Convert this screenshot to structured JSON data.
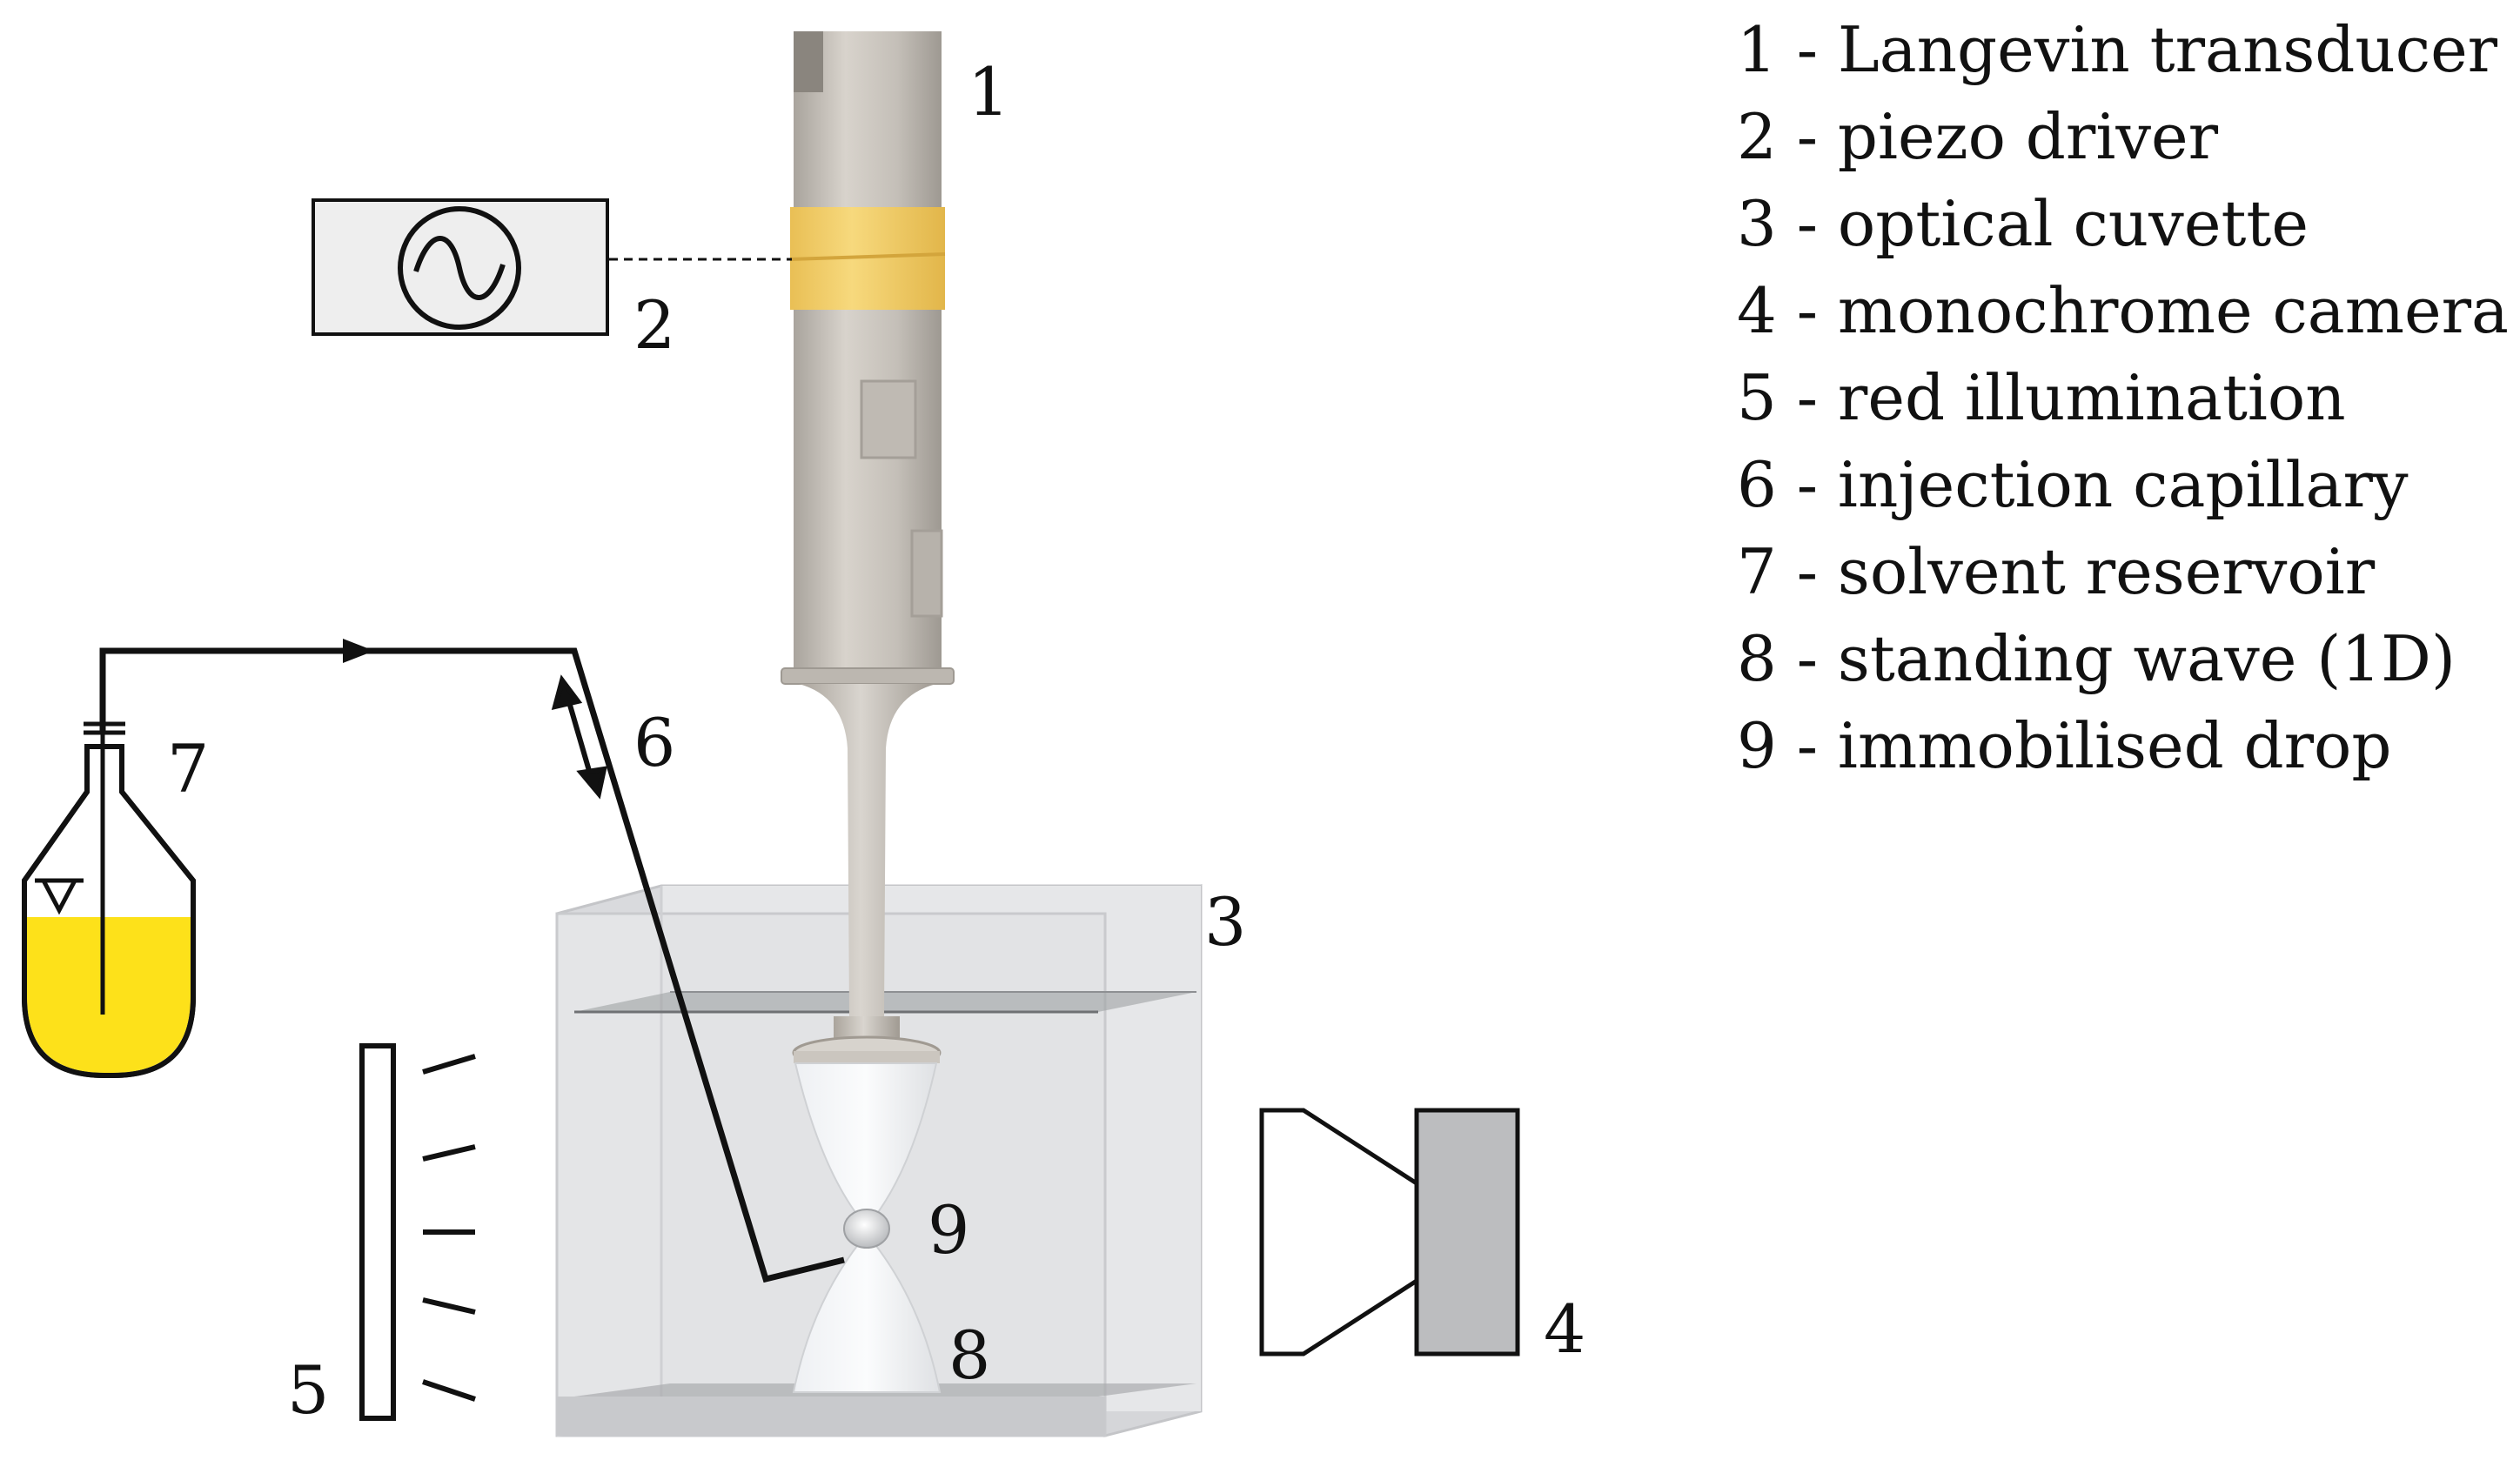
{
  "legend": {
    "items": [
      "1 - Langevin transducer",
      "2 - piezo driver",
      "3 - optical cuvette",
      "4 - monochrome camera",
      "5 - red illumination",
      "6 - injection capillary",
      "7 - solvent reservoir",
      "8 - standing wave (1D)",
      "9 - immobilised drop"
    ]
  },
  "labels": {
    "n1": "1",
    "n2": "2",
    "n3": "3",
    "n4": "4",
    "n5": "5",
    "n6": "6",
    "n7": "7",
    "n8": "8",
    "n9": "9"
  },
  "colors": {
    "transducer_body": "#c9c4bc",
    "piezo_ring": "#f3cf6a",
    "liquid": "#fde11a",
    "camera": "#bcbdbf",
    "cuvette": "#e3e4e6"
  },
  "icons": {
    "signal": "sine-wave-icon",
    "flow": "flow-arrow-icon",
    "capillary": "double-arrow-icon",
    "fill_level": "fill-level-triangle-icon"
  }
}
